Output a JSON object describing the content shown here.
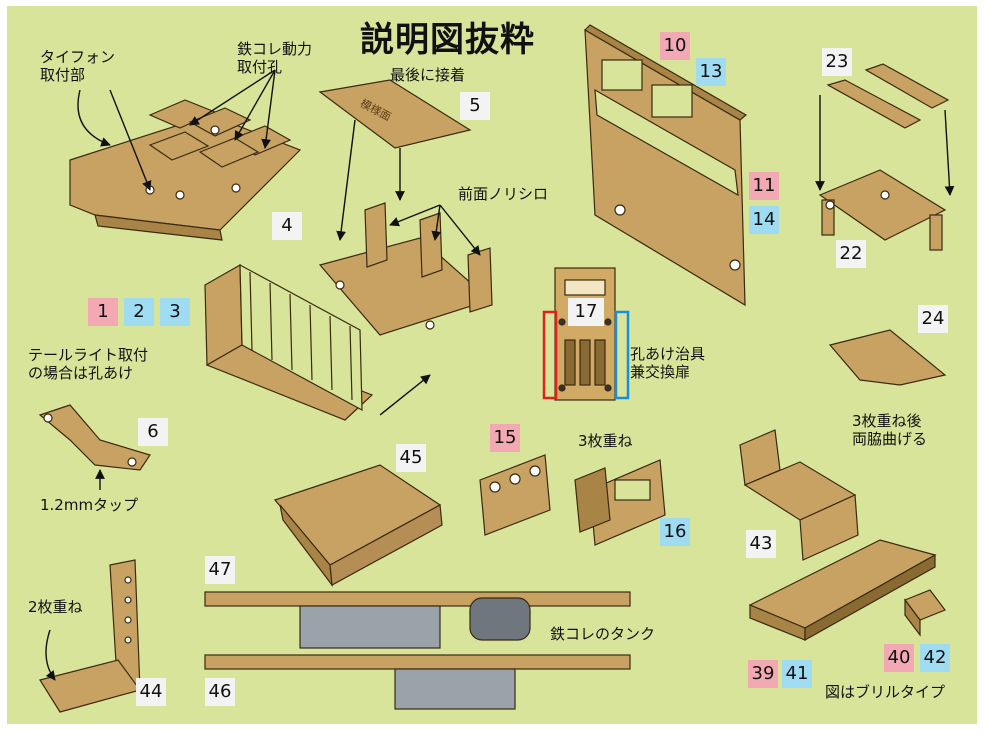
{
  "title": "説明図抜粋",
  "labels": {
    "typhoon": "タイフォン\n取付部",
    "tetsucolle_hole": "鉄コレ動力\n取付孔",
    "last_attach": "最後に接着",
    "front_margin": "前面ノリシロ",
    "tail_light": "テールライト取付\nの場合は孔あけ",
    "tap": "1.2mmタップ",
    "jig": "孔あけ治具\n兼交換扉",
    "three_stack": "3枚重ね",
    "three_stack_bend": "3枚重ね後\n両脇曲げる",
    "two_stack": "2枚重ね",
    "tank": "鉄コレのタンク",
    "brill": "図はブリルタイプ",
    "pattern_face": "模様面"
  },
  "badges": [
    {
      "id": "10",
      "color": "pink"
    },
    {
      "id": "13",
      "color": "blue"
    },
    {
      "id": "23",
      "color": "gray"
    },
    {
      "id": "5",
      "color": "gray"
    },
    {
      "id": "11",
      "color": "pink"
    },
    {
      "id": "14",
      "color": "blue"
    },
    {
      "id": "4",
      "color": "gray"
    },
    {
      "id": "22",
      "color": "gray"
    },
    {
      "id": "1",
      "color": "pink"
    },
    {
      "id": "2",
      "color": "blue"
    },
    {
      "id": "3",
      "color": "blue"
    },
    {
      "id": "17",
      "color": "gray"
    },
    {
      "id": "24",
      "color": "gray"
    },
    {
      "id": "6",
      "color": "gray"
    },
    {
      "id": "45",
      "color": "gray"
    },
    {
      "id": "15",
      "color": "pink"
    },
    {
      "id": "16",
      "color": "blue"
    },
    {
      "id": "43",
      "color": "gray"
    },
    {
      "id": "47",
      "color": "gray"
    },
    {
      "id": "44",
      "color": "gray"
    },
    {
      "id": "46",
      "color": "gray"
    },
    {
      "id": "40",
      "color": "pink"
    },
    {
      "id": "42",
      "color": "blue"
    },
    {
      "id": "39",
      "color": "pink"
    },
    {
      "id": "41",
      "color": "blue"
    }
  ],
  "colors": {
    "background": "#d9e49b",
    "part_fill": "#c8a263",
    "part_stroke": "#3a2a10",
    "pink_badge": "#f3a9b3",
    "blue_badge": "#9fdcf1",
    "gray_badge": "#f3f3f3"
  }
}
